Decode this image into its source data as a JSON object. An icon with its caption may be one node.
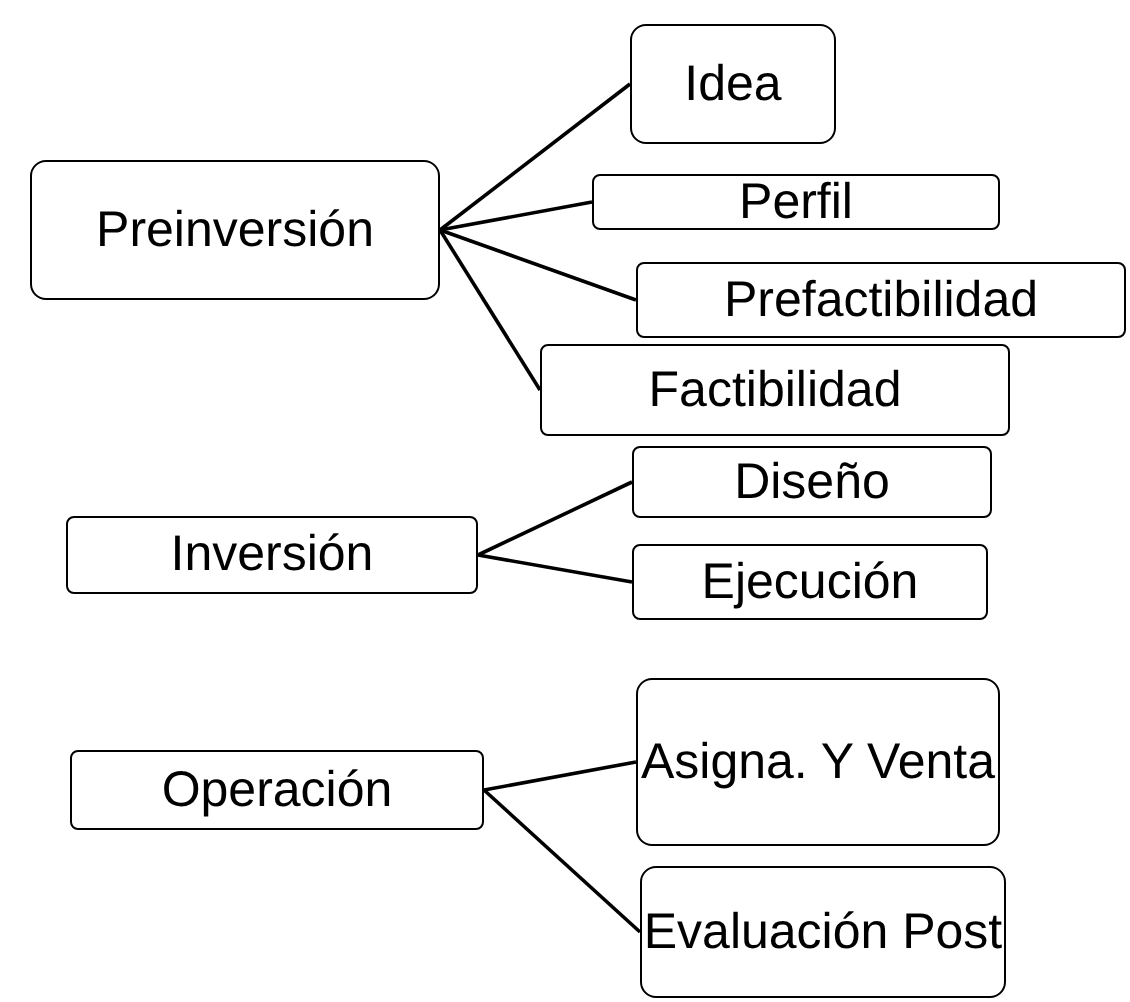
{
  "diagram": {
    "nodes": [
      {
        "text": [
          "Preinversión"
        ]
      },
      {
        "text": [
          "Idea"
        ]
      },
      {
        "text": [
          "Perfil"
        ]
      },
      {
        "text": [
          "Prefactibilidad"
        ]
      },
      {
        "text": [
          "Factibilidad"
        ]
      },
      {
        "text": [
          "Inversión"
        ]
      },
      {
        "text": [
          "Diseño"
        ]
      },
      {
        "text": [
          "Ejecución"
        ]
      },
      {
        "text": [
          "Operación"
        ]
      },
      {
        "text": [
          "Asigna. Y Venta"
        ]
      },
      {
        "text": [
          "Evaluación Post"
        ]
      }
    ],
    "edges": [
      {
        "from": 0,
        "to": 1,
        "arrow": "none"
      },
      {
        "from": 0,
        "to": 2,
        "arrow": "none"
      },
      {
        "from": 0,
        "to": 3,
        "arrow": "none"
      },
      {
        "from": 0,
        "to": 4,
        "arrow": "none"
      },
      {
        "from": 5,
        "to": 6,
        "arrow": "none"
      },
      {
        "from": 5,
        "to": 7,
        "arrow": "none"
      },
      {
        "from": 8,
        "to": 9,
        "arrow": "none"
      },
      {
        "from": 8,
        "to": 10,
        "arrow": "none"
      }
    ]
  }
}
